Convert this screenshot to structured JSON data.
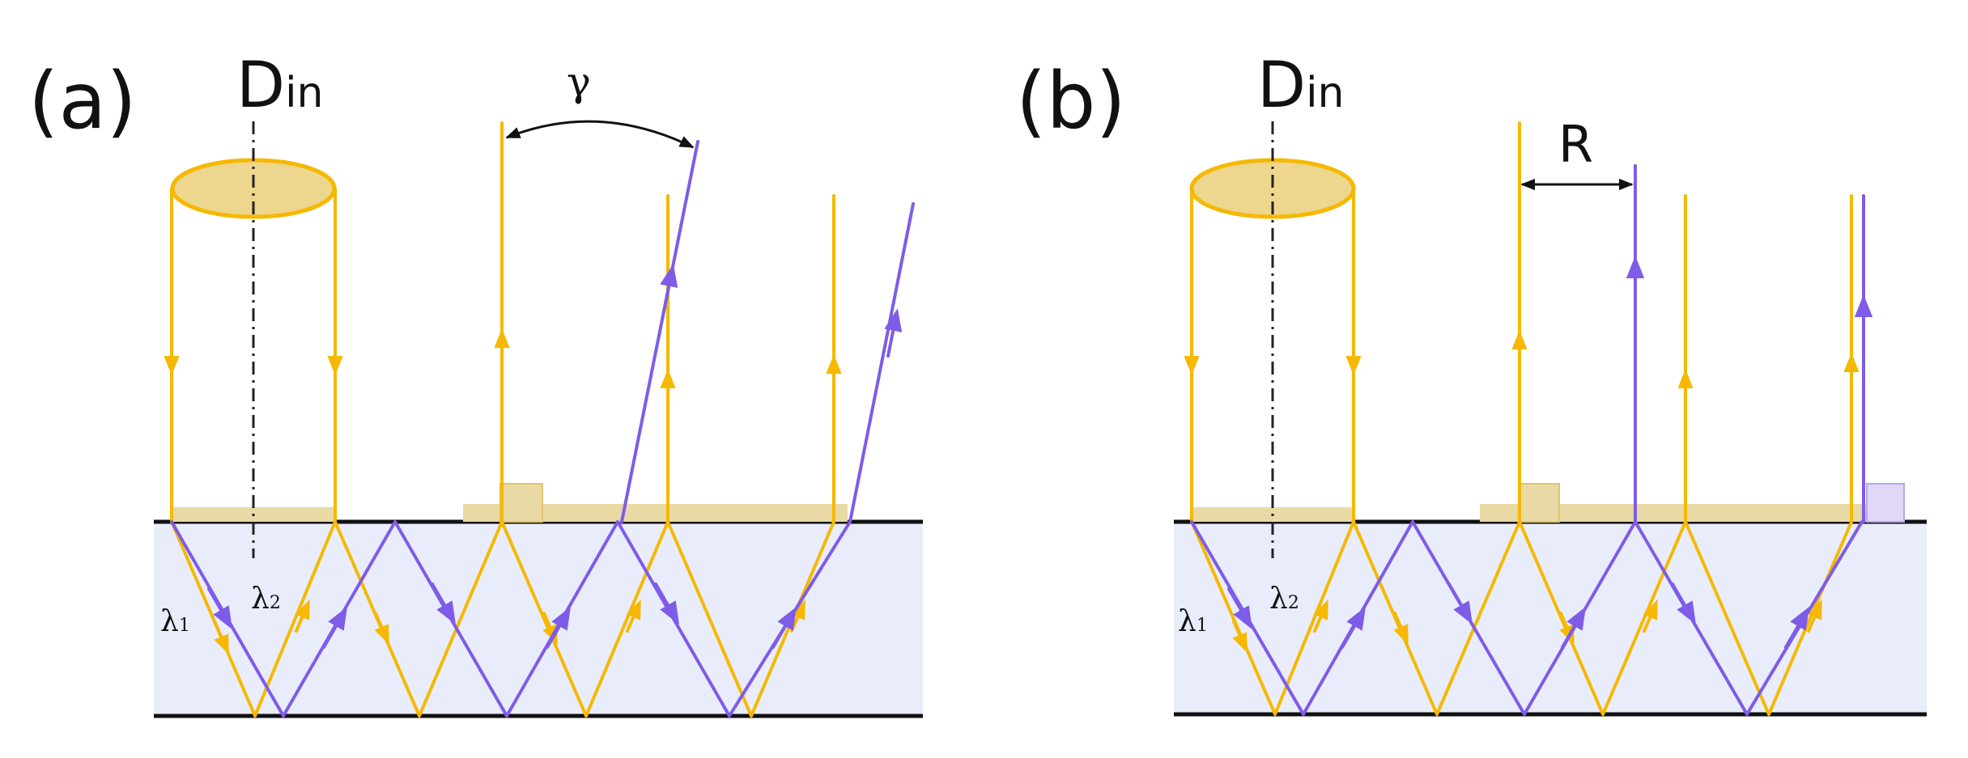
{
  "colors": {
    "yellow": "#F6B800",
    "purple": "#7E5CE8",
    "waveguide_fill": "#E9EDFB",
    "lens_fill": "#EDD68E",
    "grating_fill": "#E9D9A4",
    "grating_fill_purple": "#E1D8F7"
  },
  "panel_a": {
    "label": "(a)",
    "din": {
      "main": "D",
      "sub": "in"
    },
    "angle_symbol": "γ",
    "lambda1": {
      "main": "λ",
      "sub": "1"
    },
    "lambda2": {
      "main": "λ",
      "sub": "2"
    }
  },
  "panel_b": {
    "label": "(b)",
    "din": {
      "main": "D",
      "sub": "in"
    },
    "shift_symbol": "R",
    "lambda1": {
      "main": "λ",
      "sub": "1"
    },
    "lambda2": {
      "main": "λ",
      "sub": "2"
    }
  }
}
